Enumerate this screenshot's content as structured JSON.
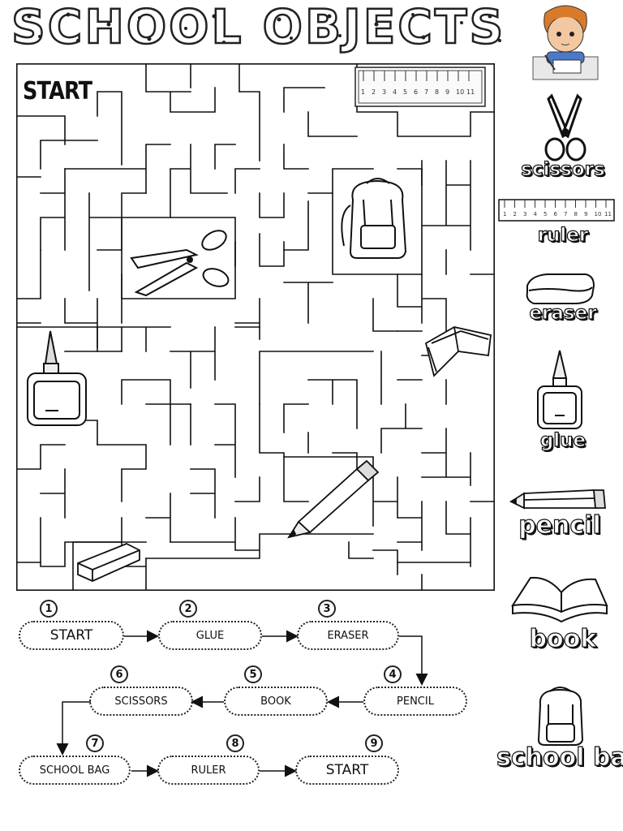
{
  "title": "SCHOOL OBJECTS",
  "maze": {
    "start_label": "START"
  },
  "ruler_numbers": [
    "1",
    "2",
    "3",
    "4",
    "5",
    "6",
    "7",
    "8",
    "9",
    "10",
    "11"
  ],
  "sidebar": [
    {
      "key": "scissors",
      "label": "scissors",
      "icon": "scissors-icon"
    },
    {
      "key": "ruler",
      "label": "ruler",
      "icon": "ruler-icon"
    },
    {
      "key": "eraser",
      "label": "eraser",
      "icon": "eraser-icon"
    },
    {
      "key": "glue",
      "label": "glue",
      "icon": "glue-icon"
    },
    {
      "key": "pencil",
      "label": "pencil",
      "icon": "pencil-icon"
    },
    {
      "key": "book",
      "label": "book",
      "icon": "book-icon"
    },
    {
      "key": "school_bag",
      "label": "school bag",
      "icon": "school-bag-icon"
    }
  ],
  "sequence": [
    {
      "n": "1",
      "label": "START"
    },
    {
      "n": "2",
      "label": "GLUE"
    },
    {
      "n": "3",
      "label": "ERASER"
    },
    {
      "n": "4",
      "label": "PENCIL"
    },
    {
      "n": "5",
      "label": "BOOK"
    },
    {
      "n": "6",
      "label": "SCISSORS"
    },
    {
      "n": "7",
      "label": "SCHOOL BAG"
    },
    {
      "n": "8",
      "label": "RULER"
    },
    {
      "n": "9",
      "label": "START"
    }
  ]
}
